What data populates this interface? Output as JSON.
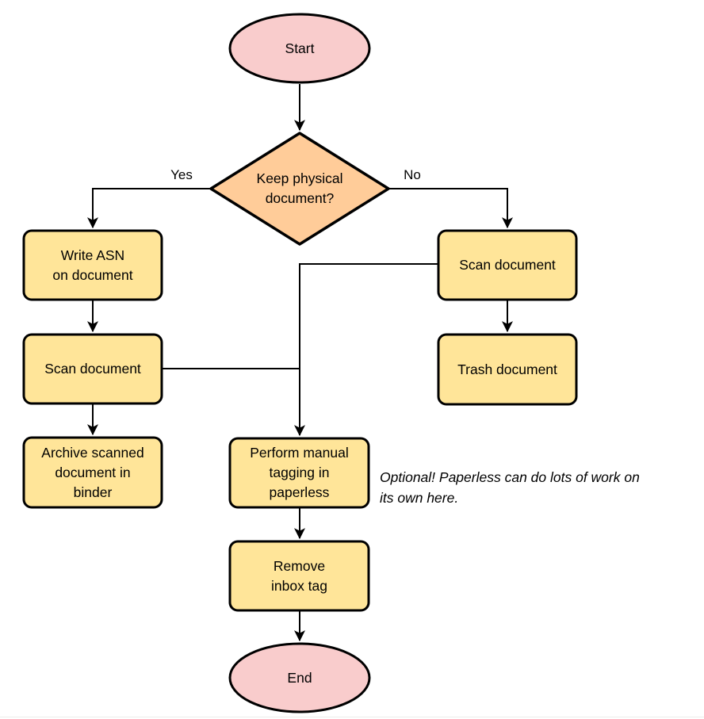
{
  "diagram": {
    "type": "flowchart",
    "colors": {
      "terminal_fill": "#f9cccc",
      "decision_fill": "#ffcc99",
      "process_fill": "#ffe599",
      "stroke": "#000000",
      "background": "#ffffff"
    },
    "nodes": {
      "start": {
        "label": "Start",
        "shape": "ellipse"
      },
      "decision": {
        "label": "Keep physical\ndocument?",
        "shape": "diamond"
      },
      "write_asn": {
        "label": "Write ASN\non document",
        "shape": "process"
      },
      "scan_left": {
        "label": "Scan document",
        "shape": "process"
      },
      "archive": {
        "label": "Archive scanned\ndocument in\nbinder",
        "shape": "process"
      },
      "scan_right": {
        "label": "Scan document",
        "shape": "process"
      },
      "trash": {
        "label": "Trash document",
        "shape": "process"
      },
      "tagging": {
        "label": "Perform manual\ntagging in\npaperless",
        "shape": "process"
      },
      "remove_inbox": {
        "label": "Remove\ninbox tag",
        "shape": "process"
      },
      "end": {
        "label": "End",
        "shape": "ellipse"
      }
    },
    "edge_labels": {
      "yes": "Yes",
      "no": "No"
    },
    "note": "Optional! Paperless can do lots of work on\nits own here."
  }
}
